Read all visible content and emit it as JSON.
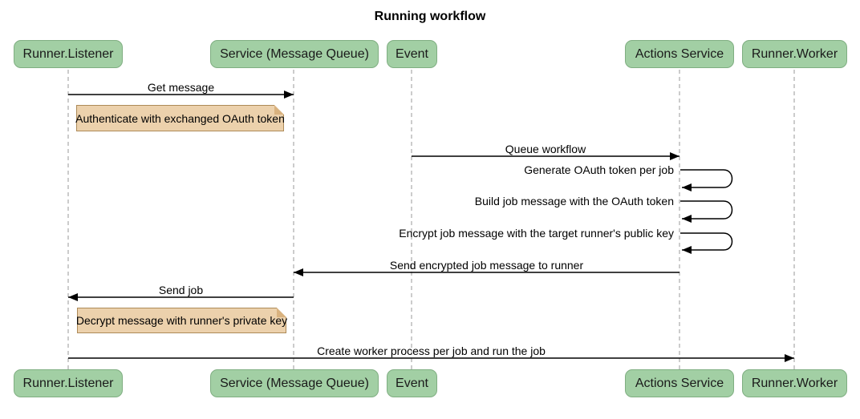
{
  "title": "Running workflow",
  "diagram": {
    "kind": "sequence-diagram",
    "actors": [
      {
        "id": "runner-listener",
        "label": "Runner.Listener"
      },
      {
        "id": "service-message-queue",
        "label": "Service (Message Queue)"
      },
      {
        "id": "event",
        "label": "Event"
      },
      {
        "id": "actions-service",
        "label": "Actions Service"
      },
      {
        "id": "runner-worker",
        "label": "Runner.Worker"
      }
    ],
    "messages": [
      {
        "kind": "message",
        "from": "Runner.Listener",
        "to": "Service (Message Queue)",
        "label": "Get message"
      },
      {
        "kind": "note",
        "over": "Runner.Listener, Service (Message Queue)",
        "label": "Authenticate with exchanged OAuth token"
      },
      {
        "kind": "message",
        "from": "Event",
        "to": "Actions Service",
        "label": "Queue workflow"
      },
      {
        "kind": "self-message",
        "actor": "Actions Service",
        "label": "Generate OAuth token per job"
      },
      {
        "kind": "self-message",
        "actor": "Actions Service",
        "label": "Build job message with the OAuth token"
      },
      {
        "kind": "self-message",
        "actor": "Actions Service",
        "label": "Encrypt job message with the target runner's public key"
      },
      {
        "kind": "message",
        "from": "Actions Service",
        "to": "Service (Message Queue)",
        "label": "Send encrypted job message to runner"
      },
      {
        "kind": "message",
        "from": "Service (Message Queue)",
        "to": "Runner.Listener",
        "label": "Send job"
      },
      {
        "kind": "note",
        "over": "Runner.Listener, Service (Message Queue)",
        "label": "Decrypt message with runner's private key"
      },
      {
        "kind": "message",
        "from": "Runner.Listener",
        "to": "Runner.Worker",
        "label": "Create worker process per job and run the job"
      }
    ],
    "colors": {
      "background": "#ffffff",
      "actor_fill": "#a2cfa4",
      "actor_border": "#7fae81",
      "note_fill": "#ecd1ac",
      "note_border": "#ad8a58",
      "lifeline": "#999999",
      "arrow": "#000000",
      "text": "#000000"
    }
  }
}
